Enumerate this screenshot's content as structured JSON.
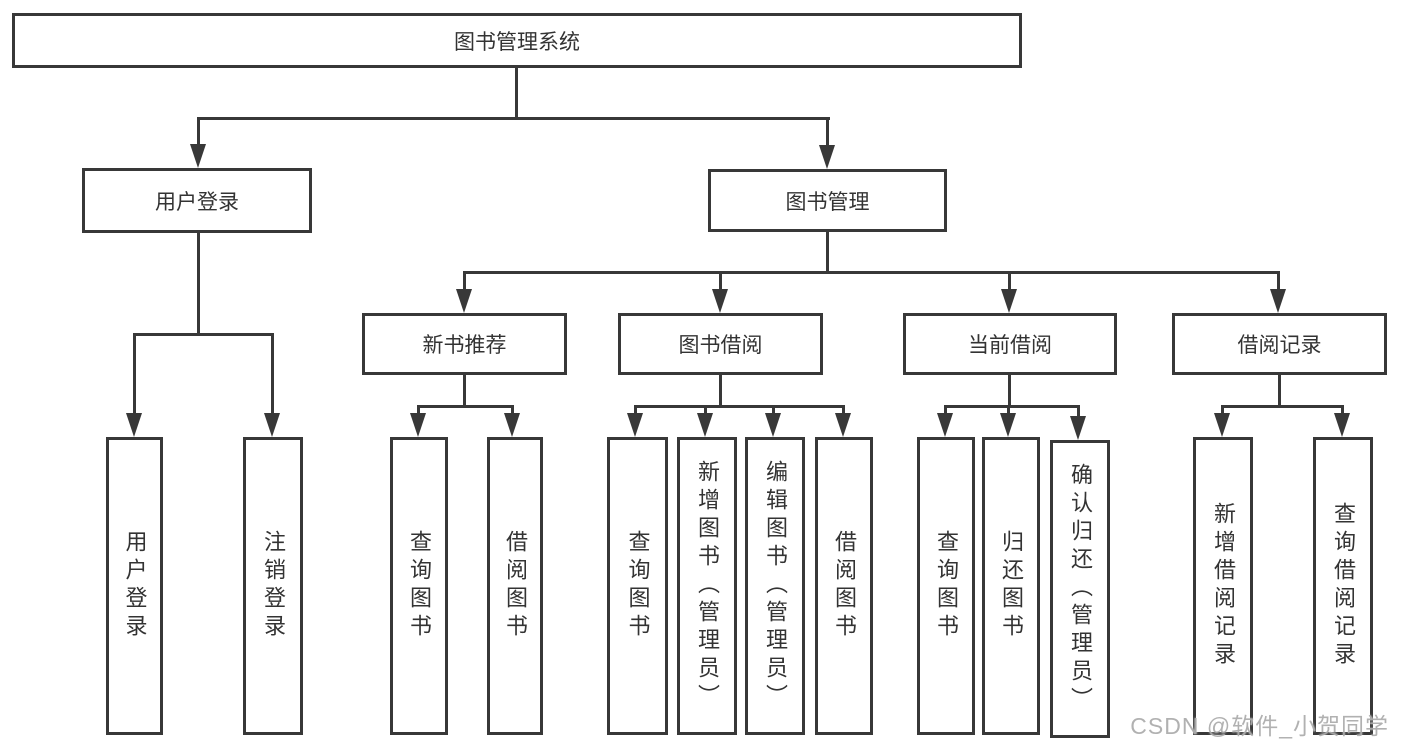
{
  "diagram": {
    "title": "图书管理系统",
    "branches": [
      {
        "label": "用户登录",
        "children": [
          {
            "label": "用户登录"
          },
          {
            "label": "注销登录"
          }
        ]
      },
      {
        "label": "图书管理",
        "children": [
          {
            "label": "新书推荐",
            "children": [
              {
                "label": "查询图书"
              },
              {
                "label": "借阅图书"
              }
            ]
          },
          {
            "label": "图书借阅",
            "children": [
              {
                "label": "查询图书"
              },
              {
                "label": "新增图书（管理员）"
              },
              {
                "label": "编辑图书（管理员）"
              },
              {
                "label": "借阅图书"
              }
            ]
          },
          {
            "label": "当前借阅",
            "children": [
              {
                "label": "查询图书"
              },
              {
                "label": "归还图书"
              },
              {
                "label": "确认归还（管理员）"
              }
            ]
          },
          {
            "label": "借阅记录",
            "children": [
              {
                "label": "新增借阅记录"
              },
              {
                "label": "查询借阅记录"
              }
            ]
          }
        ]
      }
    ]
  },
  "watermark": {
    "text": "CSDN @软件_小贺同学"
  },
  "colors": {
    "line": "#383838",
    "text": "#333333",
    "background": "#ffffff",
    "watermark": "#a8a8a8"
  }
}
